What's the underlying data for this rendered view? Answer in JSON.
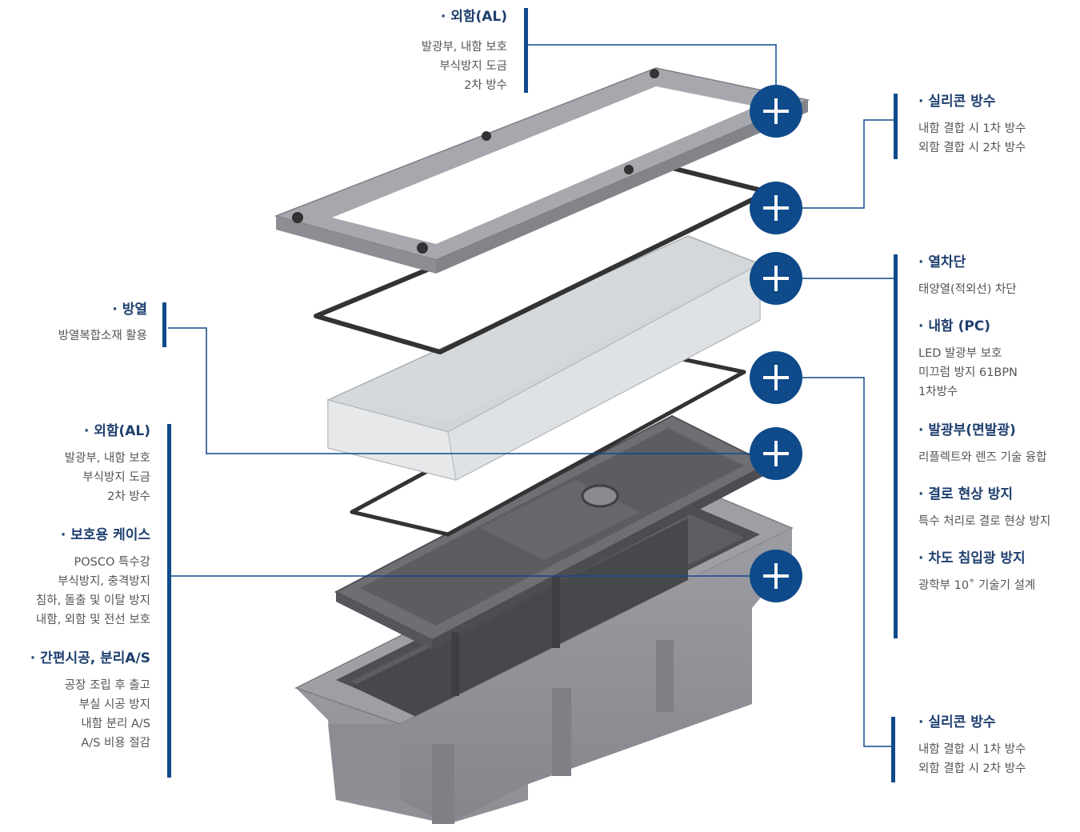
{
  "colors": {
    "accent": "#0f4a8a",
    "heading": "#1f3f6e",
    "text": "#555555"
  },
  "top_block": {
    "title": "· 외함(AL)",
    "lines": [
      "발광부, 내함 보호",
      "부식방지 도금",
      "2차 방수"
    ]
  },
  "left_heat": {
    "title": "· 방열",
    "lines": [
      "방열복합소재 활용"
    ]
  },
  "left_group": [
    {
      "title": "· 외함(AL)",
      "lines": [
        "발광부, 내함 보호",
        "부식방지 도금",
        "2차 방수"
      ]
    },
    {
      "title": "· 보호용 케이스",
      "lines": [
        "POSCO 특수강",
        "부식방지, 충격방지",
        "침하, 돌출 및 이탈 방지",
        "내함, 외함 및 전선 보호"
      ]
    },
    {
      "title": "· 간편시공, 분리A/S",
      "lines": [
        "공장 조립 후 출고",
        "부실 시공 방지",
        "내함 분리 A/S",
        "A/S 비용 절감"
      ]
    }
  ],
  "right_silicone_top": {
    "title": "· 실리콘 방수",
    "lines": [
      "내함 결합 시 1차 방수",
      "외함 결합 시 2차 방수"
    ]
  },
  "right_group": [
    {
      "title": "· 열차단",
      "lines": [
        "태양열(적외선) 차단"
      ]
    },
    {
      "title": "· 내함 (PC)",
      "lines": [
        "LED 발광부 보호",
        "미끄럼 방지 61BPN",
        "1차방수"
      ]
    },
    {
      "title": "· 발광부(면발광)",
      "lines": [
        "리플렉트와 렌즈 기술 융합"
      ]
    },
    {
      "title": "· 결로 현상 방지",
      "lines": [
        "특수 처리로 결로 현상 방지"
      ]
    },
    {
      "title": "· 차도 침입광 방지",
      "lines": [
        "광학부 10˚ 기술기 설계"
      ]
    }
  ],
  "right_silicone_bottom": {
    "title": "· 실리콘 방수",
    "lines": [
      "내함 결합 시 1차 방수",
      "외함 결합 시 2차 방수"
    ]
  },
  "hotspots": [
    "outer-frame",
    "silicone-gasket-top",
    "heat-shield",
    "inner-case",
    "heat-dissipation",
    "protective-case"
  ]
}
